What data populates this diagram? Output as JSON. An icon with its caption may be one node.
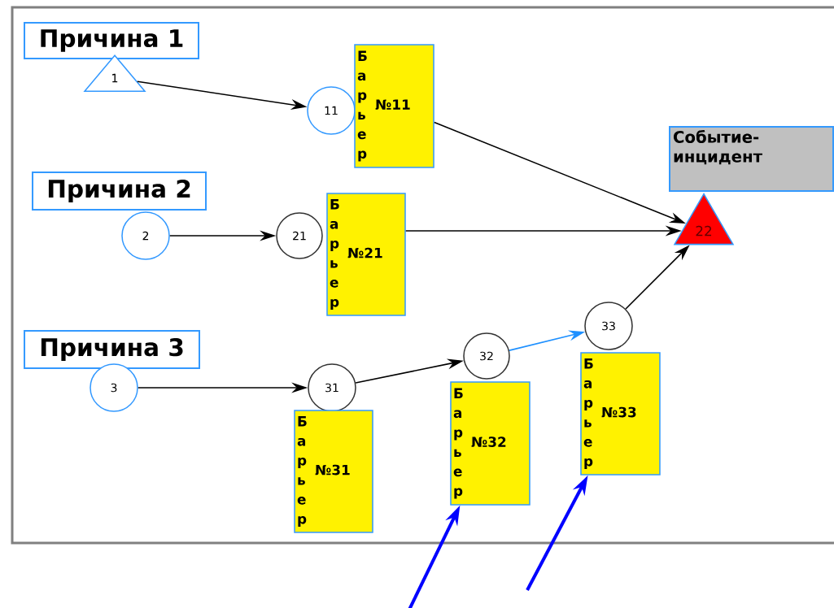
{
  "diagram": {
    "nodes": [
      {
        "text": [
          "Причина 1"
        ]
      },
      {
        "text": [
          "1"
        ]
      },
      {
        "text": [
          "11"
        ]
      },
      {
        "text": [
          "Барьер",
          "№11"
        ]
      },
      {
        "text": [
          "Событие-инцидент"
        ]
      },
      {
        "text": [
          "Причина 2"
        ]
      },
      {
        "text": [
          "2"
        ]
      },
      {
        "text": [
          "21"
        ]
      },
      {
        "text": [
          "Барьер",
          "№21"
        ]
      },
      {
        "text": [
          "22"
        ]
      },
      {
        "text": [
          "Причина 3"
        ]
      },
      {
        "text": [
          "3"
        ]
      },
      {
        "text": [
          "31"
        ]
      },
      {
        "text": [
          "32"
        ]
      },
      {
        "text": [
          "33"
        ]
      },
      {
        "text": [
          "Барьер",
          "№31"
        ]
      },
      {
        "text": [
          "Барьер",
          "№32"
        ]
      },
      {
        "text": [
          "Барьер",
          "№33"
        ]
      }
    ],
    "edges": [
      {
        "from": 1,
        "to": 2,
        "arrow": "to"
      },
      {
        "from": 3,
        "to": 9,
        "arrow": "to"
      },
      {
        "from": 6,
        "to": 7,
        "arrow": "to"
      },
      {
        "from": 8,
        "to": 9,
        "arrow": "to"
      },
      {
        "from": 11,
        "to": 12,
        "arrow": "to"
      },
      {
        "from": 12,
        "to": 13,
        "arrow": "to"
      },
      {
        "from": 13,
        "to": 14,
        "arrow": "to",
        "color": "#1e90ff"
      },
      {
        "from": 14,
        "to": 9,
        "arrow": "to"
      },
      {
        "from": null,
        "to": 16,
        "arrow": "to",
        "style": "thick",
        "color": "#0000ff"
      },
      {
        "from": null,
        "to": 17,
        "arrow": "to",
        "style": "thick",
        "color": "#0000ff"
      }
    ]
  }
}
